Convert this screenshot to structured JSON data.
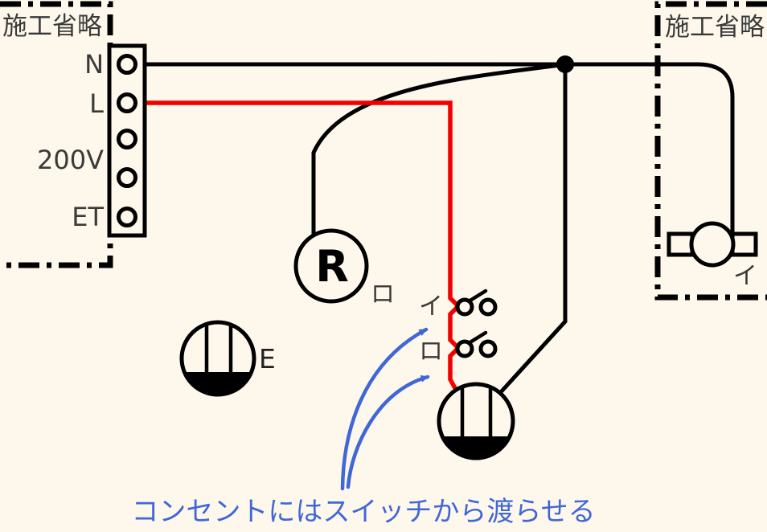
{
  "colors": {
    "background": "#FDF8EB",
    "wire_neutral": "#000000",
    "wire_live": "#F20000",
    "label_gray": "#3A3A3A",
    "annotation_blue": "#4167D6"
  },
  "boxes": {
    "left_omitted": {
      "label": "施工省略"
    },
    "right_omitted": {
      "label": "施工省略"
    }
  },
  "terminal_block": {
    "labels": {
      "neutral": "N",
      "live": "L",
      "v200": "200V",
      "earth": "ET"
    }
  },
  "devices": {
    "lamp_receptacle": {
      "letter": "R",
      "circuit": "ロ"
    },
    "switch_i": {
      "label": "イ"
    },
    "switch_ro": {
      "label": "ロ"
    },
    "outlet_earth": {
      "label": "E"
    },
    "fluorescent_light": {
      "label": "イ"
    }
  },
  "annotation": {
    "note": "コンセントにはスイッチから渡らせる"
  }
}
